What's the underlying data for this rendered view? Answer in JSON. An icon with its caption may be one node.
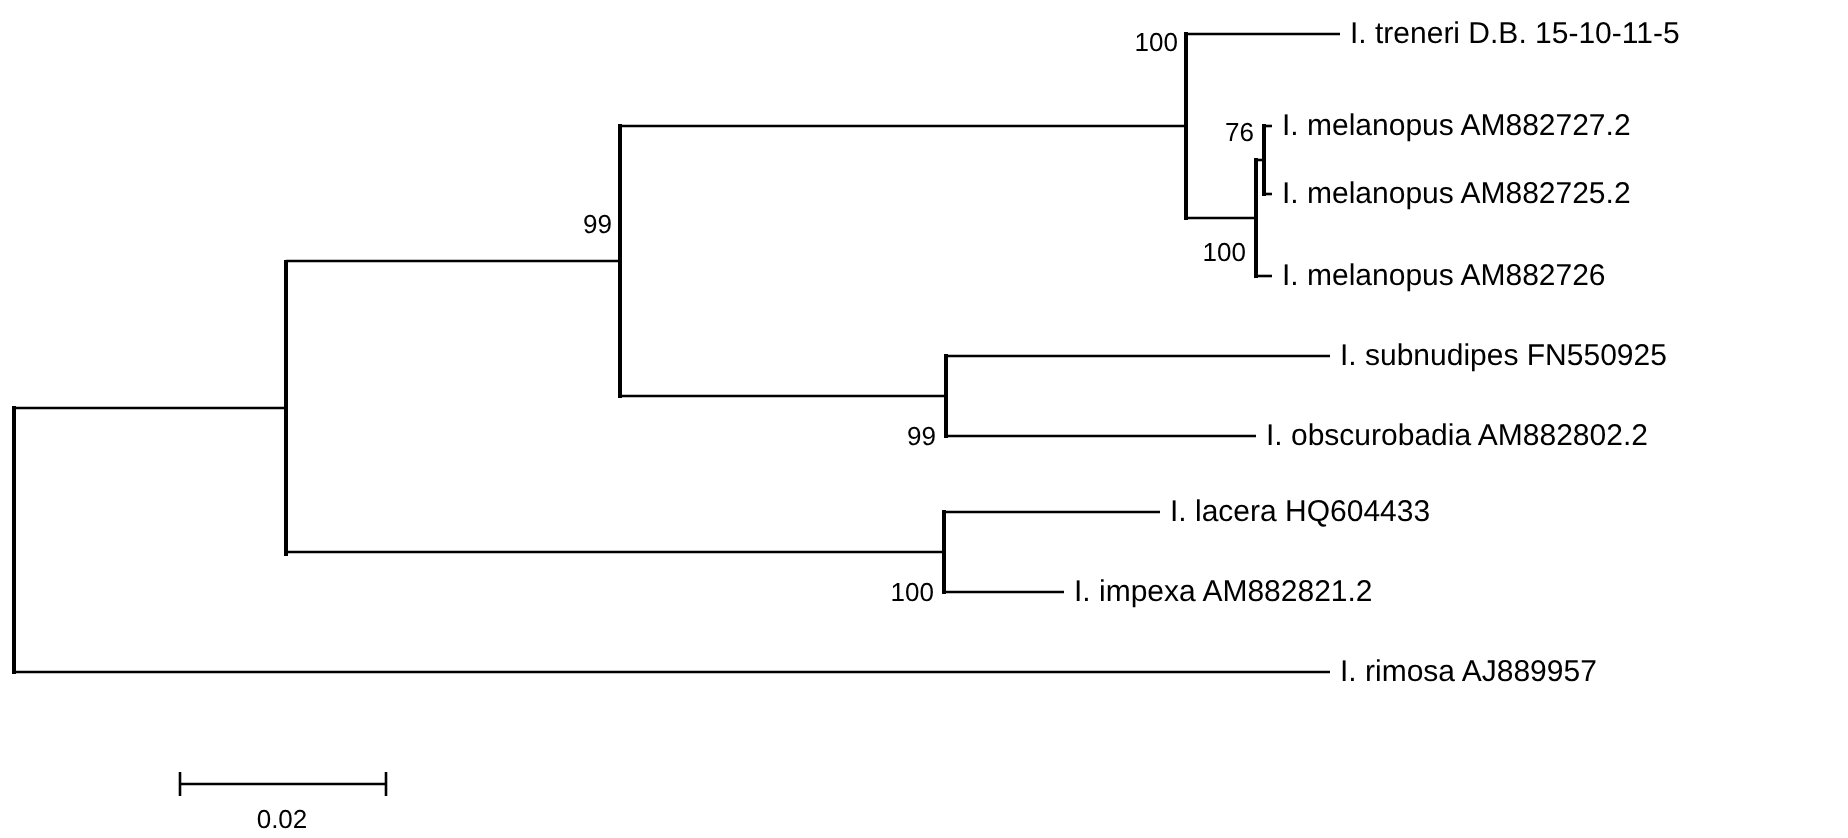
{
  "diagram": {
    "nodes": [
      {
        "text": [],
        "shape": "bar"
      },
      {
        "text": [],
        "shape": "bar"
      },
      {
        "text": [],
        "shape": "bar",
        "beside": [
          "99"
        ]
      },
      {
        "text": [],
        "shape": "bar",
        "beside": [
          "100"
        ]
      },
      {
        "text": [
          "I. treneri D.B. 15-10-11-5"
        ]
      },
      {
        "text": [],
        "shape": "bar",
        "beside": [
          "100"
        ]
      },
      {
        "text": [],
        "shape": "bar",
        "beside": [
          "76"
        ]
      },
      {
        "text": [
          "I. melanopus AM882727.2"
        ]
      },
      {
        "text": [
          "I. melanopus AM882725.2"
        ]
      },
      {
        "text": [
          "I. melanopus AM882726"
        ]
      },
      {
        "text": [],
        "shape": "bar",
        "beside": [
          "99"
        ]
      },
      {
        "text": [
          "I. subnudipes FN550925"
        ]
      },
      {
        "text": [
          "I. obscurobadia AM882802.2"
        ]
      },
      {
        "text": [],
        "shape": "bar",
        "beside": [
          "100"
        ]
      },
      {
        "text": [
          "I. lacera HQ604433"
        ]
      },
      {
        "text": [
          "I. impexa AM882821.2"
        ]
      },
      {
        "text": [
          "I. rimosa AJ889957"
        ]
      }
    ],
    "edges": [
      {
        "from": 0,
        "to": 1,
        "arrow": "none"
      },
      {
        "from": 0,
        "to": 16,
        "arrow": "none"
      },
      {
        "from": 1,
        "to": 2,
        "arrow": "none"
      },
      {
        "from": 1,
        "to": 13,
        "arrow": "none"
      },
      {
        "from": 2,
        "to": 3,
        "arrow": "none"
      },
      {
        "from": 2,
        "to": 10,
        "arrow": "none"
      },
      {
        "from": 3,
        "to": 4,
        "arrow": "none"
      },
      {
        "from": 3,
        "to": 5,
        "arrow": "none"
      },
      {
        "from": 5,
        "to": 6,
        "arrow": "none"
      },
      {
        "from": 5,
        "to": 9,
        "arrow": "none"
      },
      {
        "from": 6,
        "to": 7,
        "arrow": "none"
      },
      {
        "from": 6,
        "to": 8,
        "arrow": "none"
      },
      {
        "from": 10,
        "to": 11,
        "arrow": "none"
      },
      {
        "from": 10,
        "to": 12,
        "arrow": "none"
      },
      {
        "from": 13,
        "to": 14,
        "arrow": "none"
      },
      {
        "from": 13,
        "to": 15,
        "arrow": "none"
      }
    ],
    "labels": [
      "0.02"
    ]
  }
}
